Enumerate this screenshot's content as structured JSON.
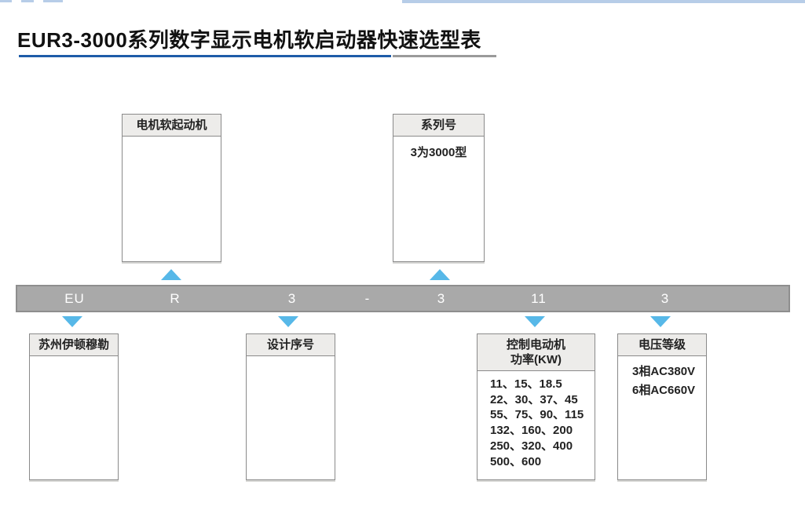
{
  "header": {
    "title": "EUR3-3000系列数字显示电机软启动器快速选型表"
  },
  "model_bar": {
    "segments": [
      "EU",
      "R",
      "3",
      "-",
      "3",
      "11",
      "3"
    ]
  },
  "callouts": {
    "top": [
      {
        "header": "电机软起动机",
        "lines": []
      },
      {
        "header": "系列号",
        "lines": [
          "3为3000型"
        ]
      }
    ],
    "bottom": [
      {
        "header": "苏州伊顿穆勒",
        "lines": []
      },
      {
        "header": "设计序号",
        "lines": []
      },
      {
        "header_line1": "控制电动机",
        "header_line2": "功率(KW)",
        "lines": [
          "11、15、18.5",
          "22、30、37、45",
          "55、75、90、115",
          "132、160、200",
          "250、320、400",
          "500、600"
        ]
      },
      {
        "header": "电压等级",
        "lines": [
          "3相AC380V",
          "6相AC660V"
        ]
      }
    ]
  },
  "colors": {
    "title_underline_blue": "#1e5ca8",
    "title_underline_gray": "#9a9a9a",
    "bar_fill": "#a9a9a9",
    "bar_border": "#8e8e8e",
    "bar_text": "#ffffff",
    "arrow_blue": "#57b8e8",
    "box_border": "#8a8a8a",
    "box_header_bg": "#edecea",
    "top_strip_blue": "#b7cde8"
  }
}
